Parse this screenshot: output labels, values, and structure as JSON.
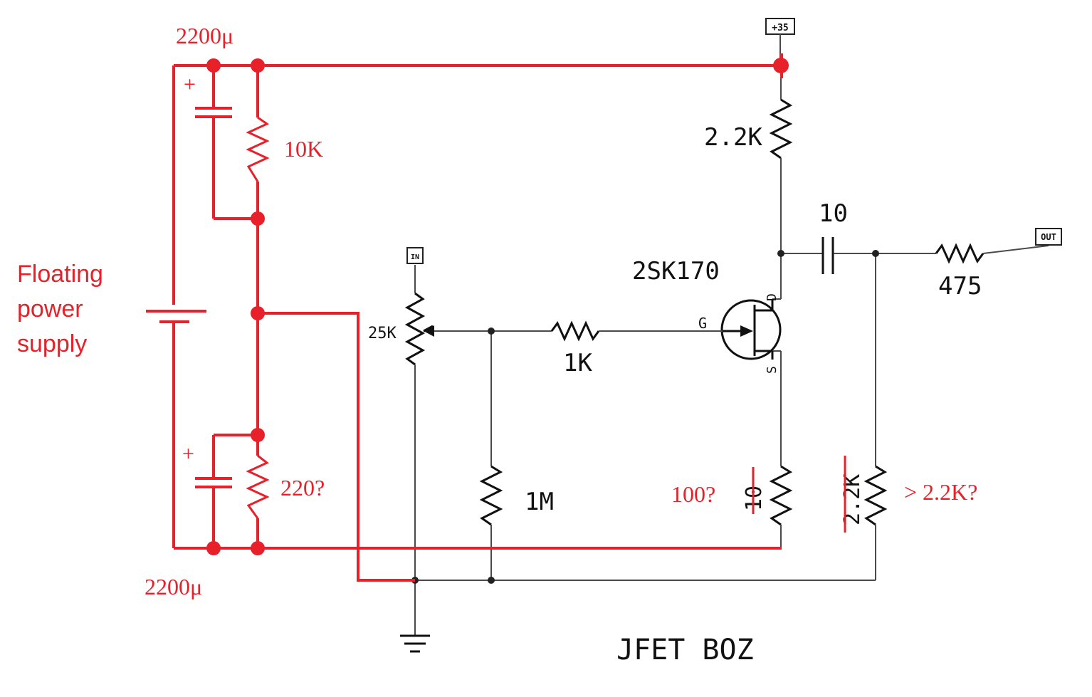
{
  "title": "JFET BOZ",
  "ports": {
    "supply": "+35",
    "input": "IN",
    "output": "OUT"
  },
  "components": {
    "r_drain": "2.2K",
    "c_out": "10",
    "r_out": "475",
    "jfet": "2SK170",
    "pin_g": "G",
    "pin_d": "D",
    "pin_s": "S",
    "pot": "25K",
    "r_gate": "1K",
    "r_input": "1M",
    "r_source_old": "10",
    "r_load_old": "2.2K"
  },
  "annotations": {
    "cap_top": "2200μ",
    "cap_bottom": "2200μ",
    "r_top": "10K",
    "r_bottom": "220?",
    "supply_label": [
      "Floating",
      "power",
      "supply"
    ],
    "plus_top": "+",
    "plus_bottom": "+",
    "r_source_new": "100?",
    "r_load_new": "> 2.2K?"
  },
  "colors": {
    "annotation": "#e8202a",
    "schematic": "#111111"
  }
}
